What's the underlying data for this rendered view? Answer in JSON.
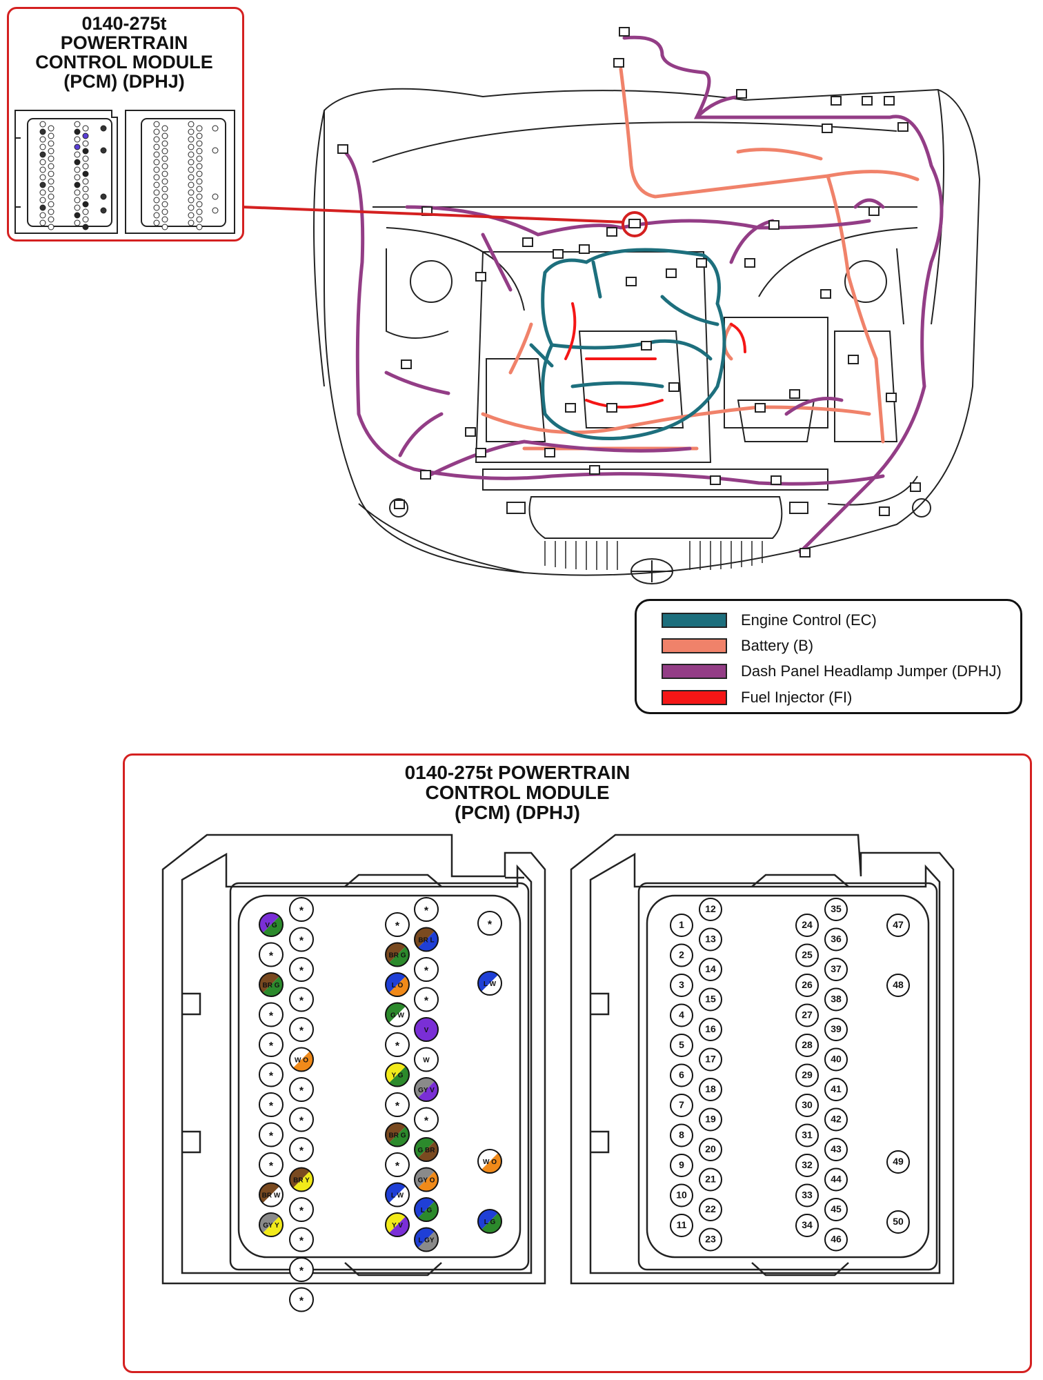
{
  "inset": {
    "title_lines": [
      "0140-275t",
      "POWERTRAIN",
      "CONTROL MODULE",
      "(PCM) (DPHJ)"
    ]
  },
  "main_panel": {
    "title_lines": [
      "0140-275t POWERTRAIN",
      "CONTROL MODULE",
      "(PCM) (DPHJ)"
    ]
  },
  "legend": [
    {
      "label": "Engine Control   (EC)",
      "color": "#1d6f7d"
    },
    {
      "label": "Battery (B)",
      "color": "#f0826a"
    },
    {
      "label": "Dash Panel Headlamp Jumper (DPHJ)",
      "color": "#933d86"
    },
    {
      "label": "Fuel Injector  (FI)",
      "color": "#f41616"
    }
  ],
  "connector_left": {
    "col1": [
      {
        "label": "V G",
        "colors": [
          "#7a2fd6",
          "#2c8a2c"
        ]
      },
      {
        "label": "*"
      },
      {
        "label": "BR G",
        "colors": [
          "#7a4a20",
          "#2c8a2c"
        ]
      },
      {
        "label": "*"
      },
      {
        "label": "*"
      },
      {
        "label": "*"
      },
      {
        "label": "*"
      },
      {
        "label": "*"
      },
      {
        "label": "*"
      },
      {
        "label": "BR W",
        "colors": [
          "#7a4a20",
          "#ffffff"
        ]
      },
      {
        "label": "GY Y",
        "colors": [
          "#8a8a8a",
          "#f2ea1a"
        ]
      }
    ],
    "col2": [
      {
        "label": "*"
      },
      {
        "label": "*"
      },
      {
        "label": "*"
      },
      {
        "label": "*"
      },
      {
        "label": "*"
      },
      {
        "label": "W O",
        "colors": [
          "#ffffff",
          "#f08a1a"
        ]
      },
      {
        "label": "*"
      },
      {
        "label": "*"
      },
      {
        "label": "*"
      },
      {
        "label": "BR Y",
        "colors": [
          "#7a4a20",
          "#f2ea1a"
        ]
      },
      {
        "label": "*"
      },
      {
        "label": "*"
      },
      {
        "label": "*"
      },
      {
        "label": "*"
      }
    ],
    "col3": [
      {
        "label": "*"
      },
      {
        "label": "BR G",
        "colors": [
          "#7a4a20",
          "#2c8a2c"
        ]
      },
      {
        "label": "L O",
        "colors": [
          "#1f3fd6",
          "#f08a1a"
        ]
      },
      {
        "label": "G W",
        "colors": [
          "#2c8a2c",
          "#ffffff"
        ]
      },
      {
        "label": "*"
      },
      {
        "label": "Y G",
        "colors": [
          "#f2ea1a",
          "#2c8a2c"
        ]
      },
      {
        "label": "*"
      },
      {
        "label": "BR G",
        "colors": [
          "#7a4a20",
          "#2c8a2c"
        ]
      },
      {
        "label": "*"
      },
      {
        "label": "L W",
        "colors": [
          "#1f3fd6",
          "#ffffff"
        ]
      },
      {
        "label": "Y V",
        "colors": [
          "#f2ea1a",
          "#7a2fd6"
        ]
      }
    ],
    "col4": [
      {
        "label": "*"
      },
      {
        "label": "BR L",
        "colors": [
          "#7a4a20",
          "#1f3fd6"
        ]
      },
      {
        "label": "*"
      },
      {
        "label": "*"
      },
      {
        "label": "V",
        "colors": [
          "#7a2fd6",
          "#7a2fd6"
        ]
      },
      {
        "label": "W",
        "colors": [
          "#ffffff",
          "#ffffff"
        ]
      },
      {
        "label": "GY V",
        "colors": [
          "#8a8a8a",
          "#7a2fd6"
        ]
      },
      {
        "label": "*"
      },
      {
        "label": "G BR",
        "colors": [
          "#2c8a2c",
          "#7a4a20"
        ]
      },
      {
        "label": "GY O",
        "colors": [
          "#8a8a8a",
          "#f08a1a"
        ]
      },
      {
        "label": "L G",
        "colors": [
          "#1f3fd6",
          "#2c8a2c"
        ]
      },
      {
        "label": "L GY",
        "colors": [
          "#1f3fd6",
          "#8a8a8a"
        ]
      }
    ],
    "col5": [
      {
        "label": "*"
      },
      {
        "label": "L W",
        "colors": [
          "#1f3fd6",
          "#ffffff"
        ]
      },
      {
        "label": "W O",
        "colors": [
          "#ffffff",
          "#f08a1a"
        ]
      },
      {
        "label": "L G",
        "colors": [
          "#1f3fd6",
          "#2c8a2c"
        ]
      }
    ]
  },
  "connector_right": {
    "col1": [
      "1",
      "2",
      "3",
      "4",
      "5",
      "6",
      "7",
      "8",
      "9",
      "10",
      "11"
    ],
    "col2": [
      "12",
      "13",
      "14",
      "15",
      "16",
      "17",
      "18",
      "19",
      "20",
      "21",
      "22",
      "23"
    ],
    "col3": [
      "24",
      "25",
      "26",
      "27",
      "28",
      "29",
      "30",
      "31",
      "32",
      "33",
      "34"
    ],
    "col4": [
      "35",
      "36",
      "37",
      "38",
      "39",
      "40",
      "41",
      "42",
      "43",
      "44",
      "45",
      "46"
    ],
    "col5": [
      "47",
      "48",
      "49",
      "50"
    ]
  }
}
